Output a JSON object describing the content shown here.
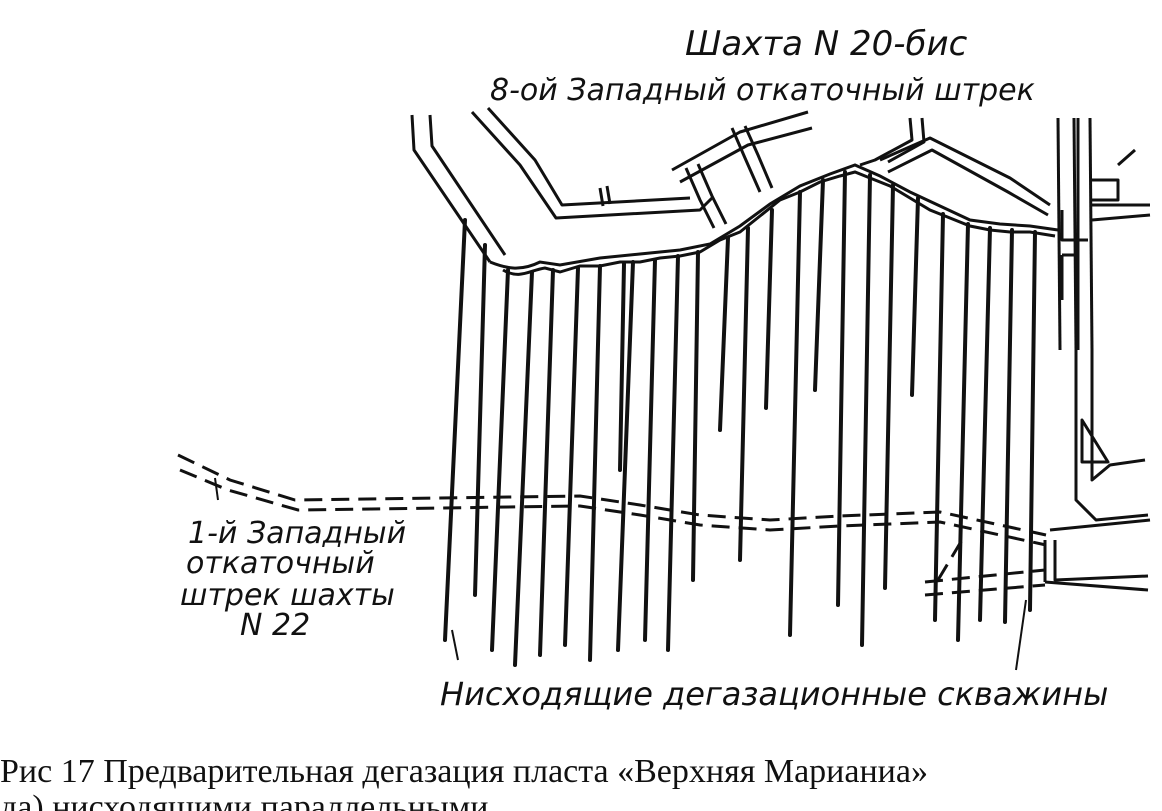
{
  "diagram": {
    "labels": {
      "mine_title": "Шахта N 20-бис",
      "upper_drift": "8-ой Западный откаточный штрек",
      "lower_drift_line1": "1-й Западный",
      "lower_drift_line2": "откаточный",
      "lower_drift_line3": "штрек шахты",
      "lower_drift_line4": "N 22",
      "boreholes": "Нисходящие дегазационные скважины"
    },
    "caption": {
      "line1": "Рис 17 Предварительная дегазация пласта «Верхняя Марианиа»",
      "line2": "да) нисходящими параллельными"
    },
    "colors": {
      "ink": "#111111",
      "paper": "#ffffff"
    }
  }
}
